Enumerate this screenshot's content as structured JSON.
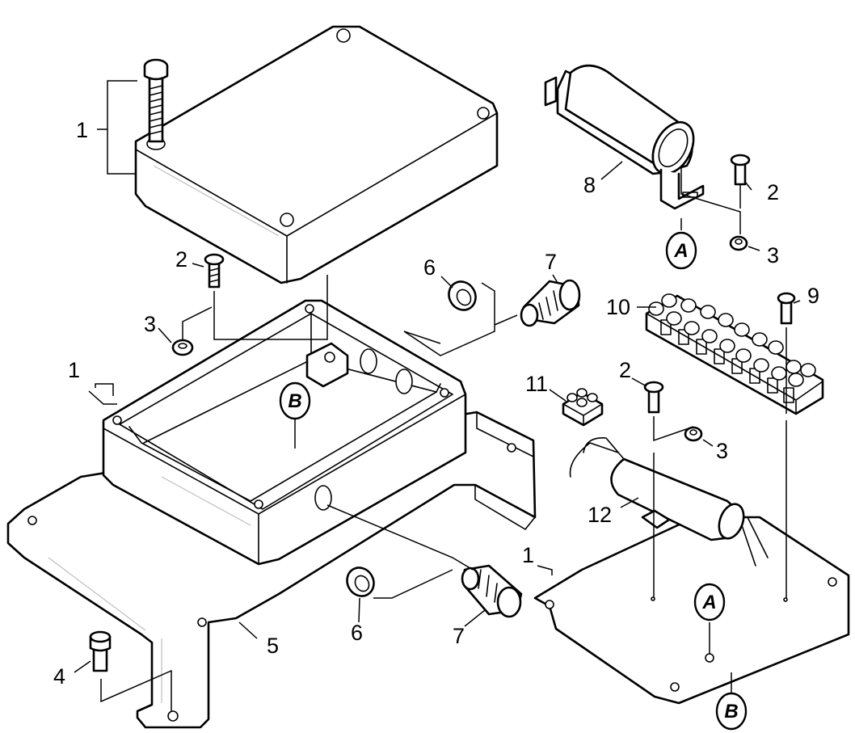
{
  "callouts": {
    "lid_screw": "1",
    "lid_screw_box": "1",
    "lid_screw_plate": "1",
    "screw_lid": "2",
    "screw_cap": "2",
    "screw_plate": "2",
    "washer_lid": "3",
    "washer_cap": "3",
    "washer_plate": "3",
    "bolt_base": "4",
    "base_plate": "5",
    "nut_upper": "6",
    "nut_lower": "6",
    "gland_upper": "7",
    "gland_lower": "7",
    "capacitor": "8",
    "terminal_screw": "9",
    "terminal_strip_large": "10",
    "terminal_strip_small": "11",
    "filter": "12"
  },
  "references": {
    "cap_bracket": "A",
    "box_inside": "B",
    "plate_a": "A",
    "plate_b": "B"
  }
}
